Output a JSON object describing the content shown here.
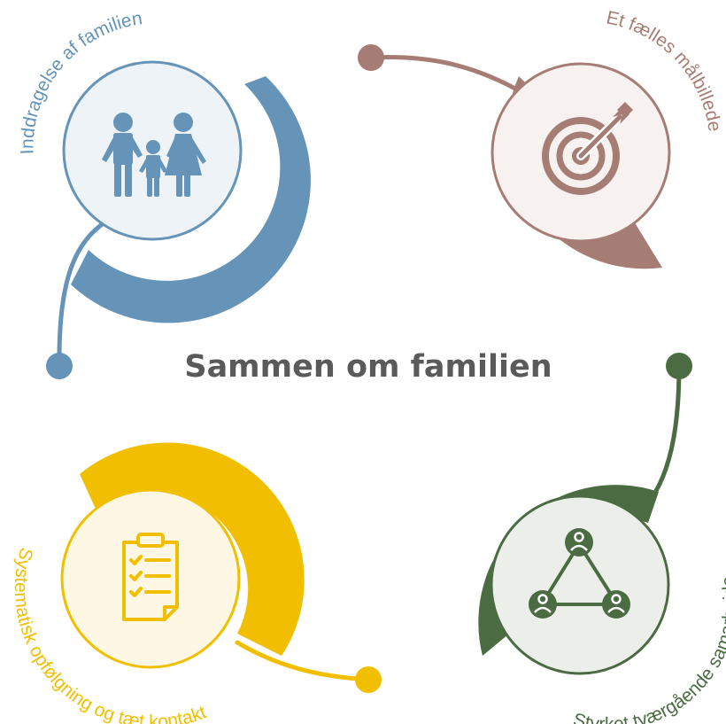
{
  "title": "Sammen om familien",
  "colors": {
    "blue": "#6594b8",
    "blue_fill": "#eef3f7",
    "brown": "#a67d75",
    "brown_fill": "#f7f1f0",
    "yellow": "#f2bf00",
    "yellow_fill": "#fdf7e3",
    "green": "#4b6c43",
    "green_fill": "#eceeea",
    "title": "#5a5a5a"
  },
  "segments": [
    {
      "label": "Inddragelse af familien",
      "icon": "family-icon",
      "color": "blue"
    },
    {
      "label": "Et fælles målbillede",
      "icon": "target-icon",
      "color": "brown"
    },
    {
      "label": "Systematisk opfølgning og tæt kontakt",
      "icon": "clipboard-checklist-icon",
      "color": "yellow"
    },
    {
      "label": "Styrket tværgående samarbejde",
      "icon": "network-people-icon",
      "color": "green"
    }
  ]
}
